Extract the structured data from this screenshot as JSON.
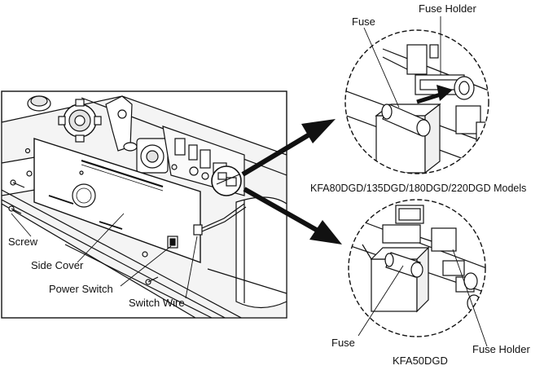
{
  "labels": {
    "fuse_top": "Fuse",
    "fuse_holder_top": "Fuse Holder",
    "models_top": "KFA80DGD/135DGD/180DGD/220DGD Models",
    "screw": "Screw",
    "side_cover": "Side Cover",
    "power_switch": "Power Switch",
    "switch_wire": "Switch Wire",
    "fuse_bottom": "Fuse",
    "fuse_holder_bottom": "Fuse Holder",
    "model_bottom": "KFA50DGD"
  },
  "colors": {
    "line": "#111111",
    "fill": "#ffffff",
    "shade": "#d9d9d9"
  }
}
